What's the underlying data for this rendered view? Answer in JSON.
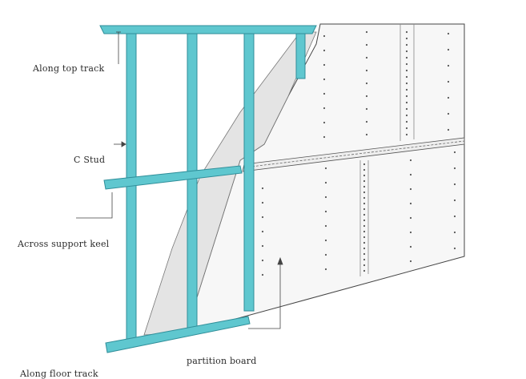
{
  "labels": {
    "top_track": "Along top track",
    "c_stud": "C Stud",
    "support_keel": "Across support keel",
    "partition_board": "partition board",
    "floor_track": "Along floor track"
  },
  "colors": {
    "steel": "#5fc7cf",
    "steel_edge": "#2f8e99",
    "board": "#f6f6f6",
    "board_shadow": "#dcdcdc",
    "screw": "#555555",
    "line": "#444444"
  }
}
